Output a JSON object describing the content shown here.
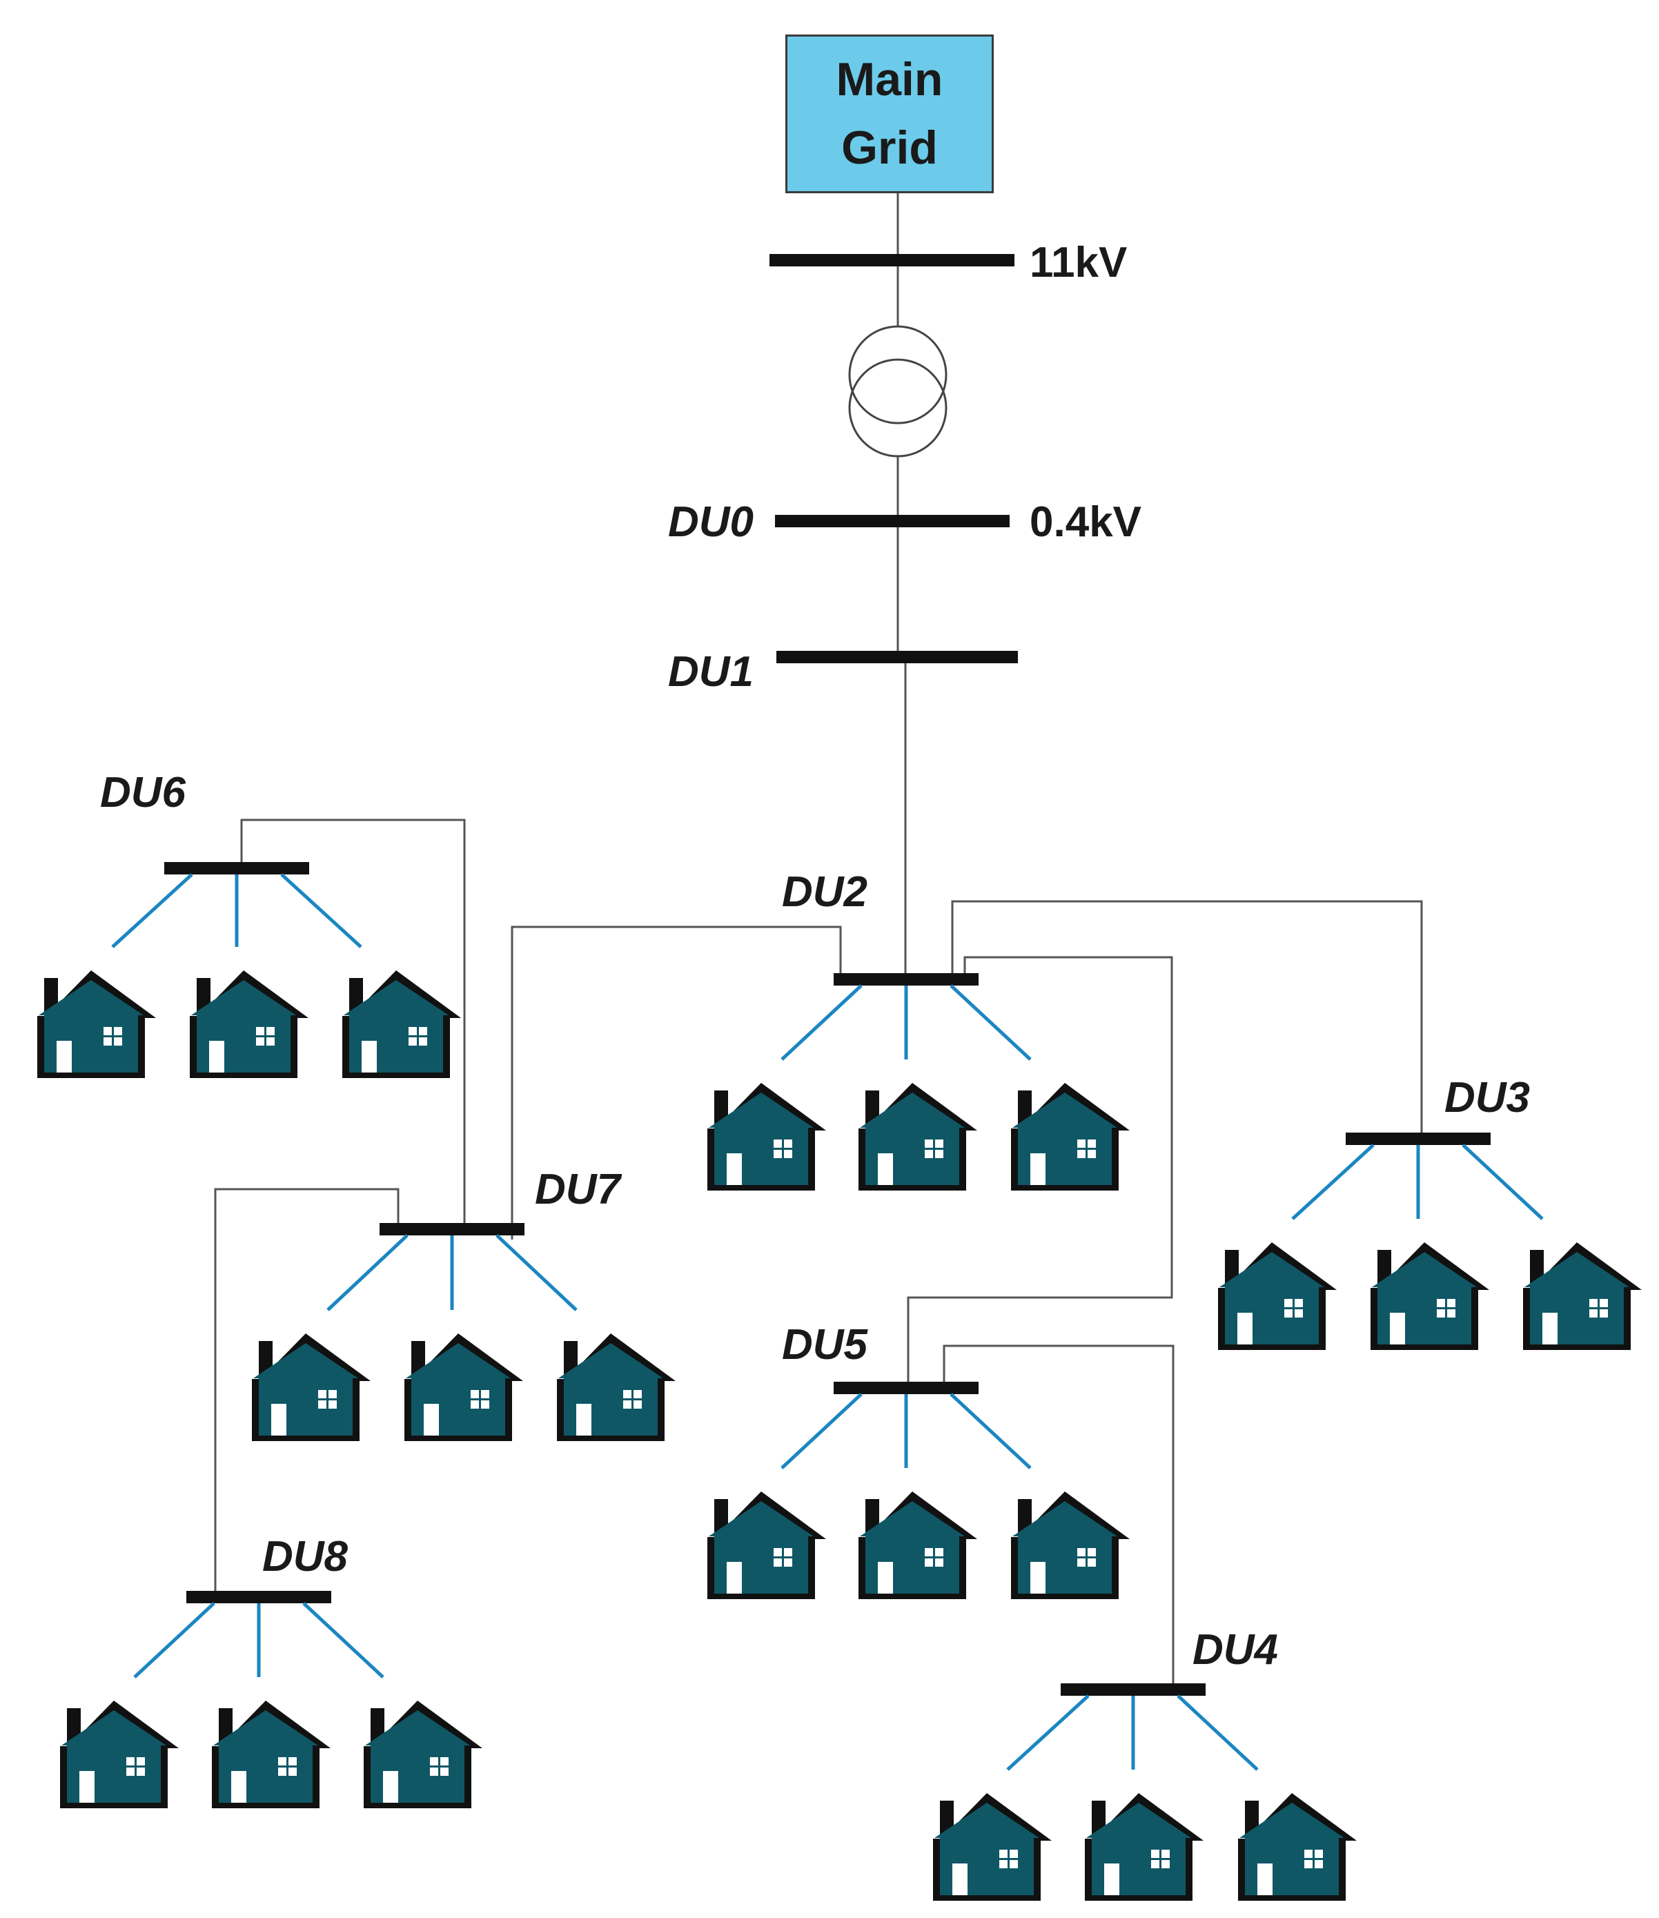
{
  "main_grid": {
    "line1": "Main",
    "line2": "Grid"
  },
  "voltages": {
    "hv": "11kV",
    "lv": "0.4kV"
  },
  "buses": {
    "du0": "DU0",
    "du1": "DU1",
    "du2": "DU2",
    "du3": "DU3",
    "du4": "DU4",
    "du5": "DU5",
    "du6": "DU6",
    "du7": "DU7",
    "du8": "DU8"
  },
  "colors": {
    "house_fill": "#0f5765",
    "house_outline": "#111111",
    "house_branch": "#1b86c2",
    "bus_bar": "#111111",
    "feeder_line": "#555555",
    "main_grid_fill": "#6ccbea"
  },
  "icons": {
    "house": "house-icon",
    "transformer": "transformer-icon"
  }
}
